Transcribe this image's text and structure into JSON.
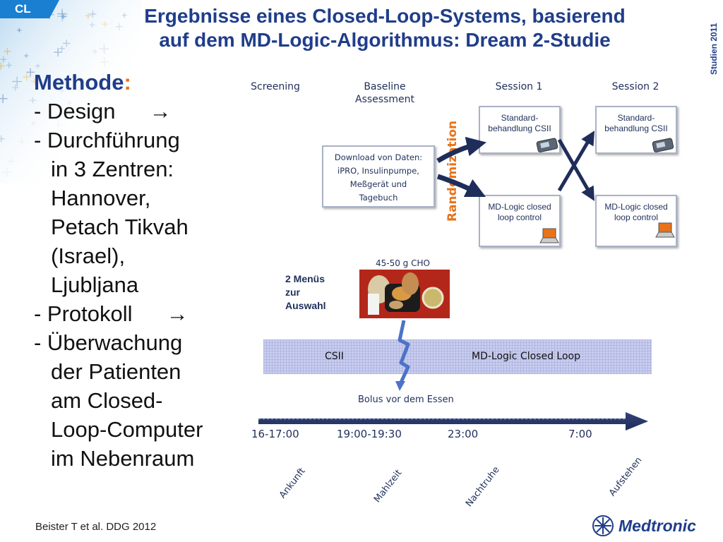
{
  "corner_tag": "CL",
  "side_label": "Studien 2011",
  "title": {
    "line1": "Ergebnisse eines Closed-Loop-Systems, basierend",
    "line2": "auf dem MD-Logic-Algorithmus: Dream 2-Studie"
  },
  "method": {
    "heading": "Methode",
    "heading_colon": ":",
    "items": [
      "- Design",
      "- Durchführung",
      "in 3 Zentren:",
      "Hannover,",
      "Petach Tikvah",
      "(Israel),",
      "Ljubljana",
      "- Protokoll",
      "- Überwachung",
      "der Patienten",
      "am Closed-",
      "Loop-Computer",
      "im Nebenraum"
    ],
    "arrow_glyph": "→"
  },
  "diagram": {
    "headers": {
      "screening": "Screening",
      "baseline_1": "Baseline",
      "baseline_2": "Assessment",
      "session1": "Session 1",
      "session2": "Session 2"
    },
    "download_box": [
      "Download von Daten:",
      "iPRO, Insulinpumpe,",
      "Meßgerät und",
      "Tagebuch"
    ],
    "randomization": "Randomization",
    "standard_box": [
      "Standard-",
      "behandlung CSII"
    ],
    "closed_box": [
      "MD-Logic closed",
      "loop control"
    ],
    "cho": "45-50 g CHO",
    "menus": [
      "2 Menüs",
      "zur",
      "Auswahl"
    ],
    "band_left": "CSII",
    "band_right": "MD-Logic Closed Loop",
    "bolus": "Bolus vor dem Essen",
    "times": [
      "16-17:00",
      "19:00-19:30",
      "23:00",
      "7:00"
    ],
    "events": [
      "Ankunft",
      "Mahlzeit",
      "Nachtruhe",
      "Aufstehen"
    ]
  },
  "citation": "Beister T et al. DDG 2012",
  "logo": "Medtronic",
  "colors": {
    "title": "#1f3d8a",
    "accent_orange": "#e8731a",
    "dark_navy": "#1f2d5a",
    "tab_blue": "#1a7fd0"
  }
}
